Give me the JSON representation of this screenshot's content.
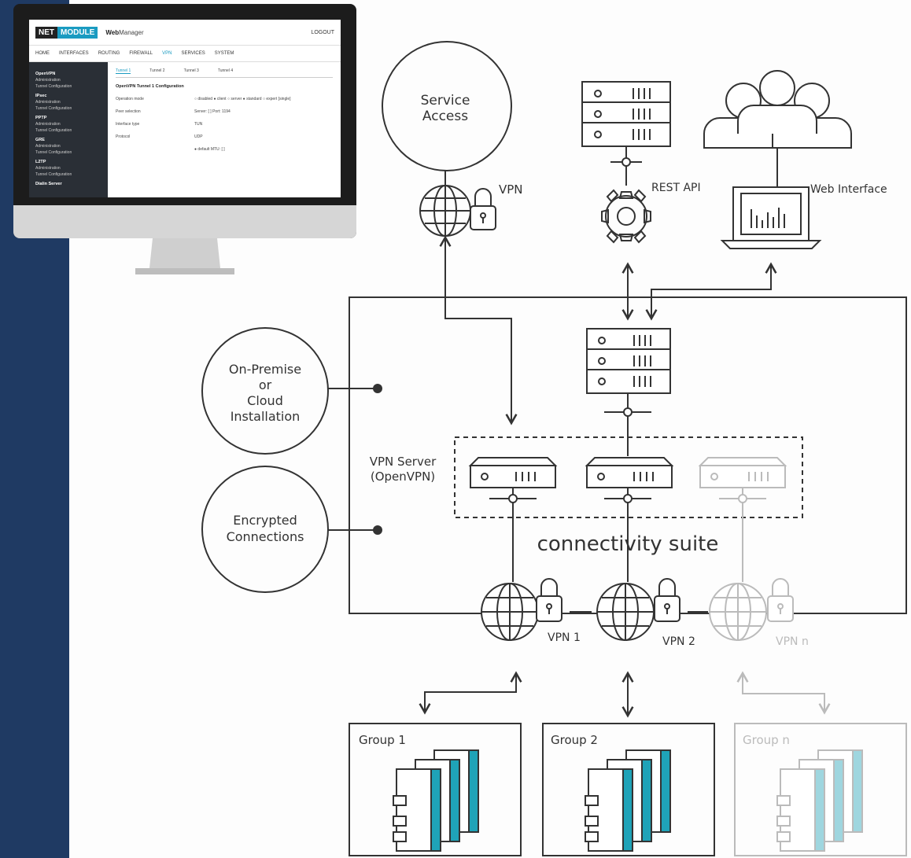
{
  "diagram": {
    "service_access": [
      "Service",
      "Access"
    ],
    "vpn_top": "VPN",
    "rest_api": "REST API",
    "web_interface": "Web Interface",
    "on_premise": [
      "On-Premise",
      "or",
      "Cloud",
      "Installation"
    ],
    "encrypted": [
      "Encrypted",
      "Connections"
    ],
    "vpn_server": [
      "VPN Server",
      "(OpenVPN)"
    ],
    "suite_label": "connectivity suite",
    "vpn1": "VPN 1",
    "vpn2": "VPN 2",
    "vpnn": "VPN n",
    "group1": "Group 1",
    "group2": "Group 2",
    "groupn": "Group n"
  },
  "webmanager": {
    "logo_net": "NET",
    "logo_module": "MODULE",
    "app_bold": "Web",
    "app_rest": "Manager",
    "logout": "LOGOUT",
    "nav": [
      "HOME",
      "INTERFACES",
      "ROUTING",
      "FIREWALL",
      "VPN",
      "SERVICES",
      "SYSTEM"
    ],
    "active_nav": "VPN",
    "sidebar": [
      "OpenVPN",
      "Administration",
      "Tunnel Configuration",
      "IPsec",
      "Administration",
      "Tunnel Configuration",
      "PPTP",
      "Administration",
      "Tunnel Configuration",
      "GRE",
      "Administration",
      "Tunnel Configuration",
      "L2TP",
      "Administration",
      "Tunnel Configuration",
      "Dialin Server"
    ],
    "tabs": [
      "Tunnel 1",
      "Tunnel 2",
      "Tunnel 3",
      "Tunnel 4"
    ],
    "heading": "OpenVPN Tunnel 1 Configuration",
    "fields": [
      "Operation mode",
      "Peer selection",
      "Interface type",
      "Protocol"
    ],
    "options": [
      "disabled",
      "client",
      "server",
      "standard",
      "expert",
      "single",
      "Server:",
      "Port:",
      "1194",
      "TUN",
      "UDP",
      "MTU:",
      "default"
    ]
  },
  "colors": {
    "sidebar": "#1f3a63",
    "accent": "#1a9bc1",
    "device_teal": "#1fa3b8",
    "stroke": "#333333",
    "faded": "#bbbbbb"
  }
}
